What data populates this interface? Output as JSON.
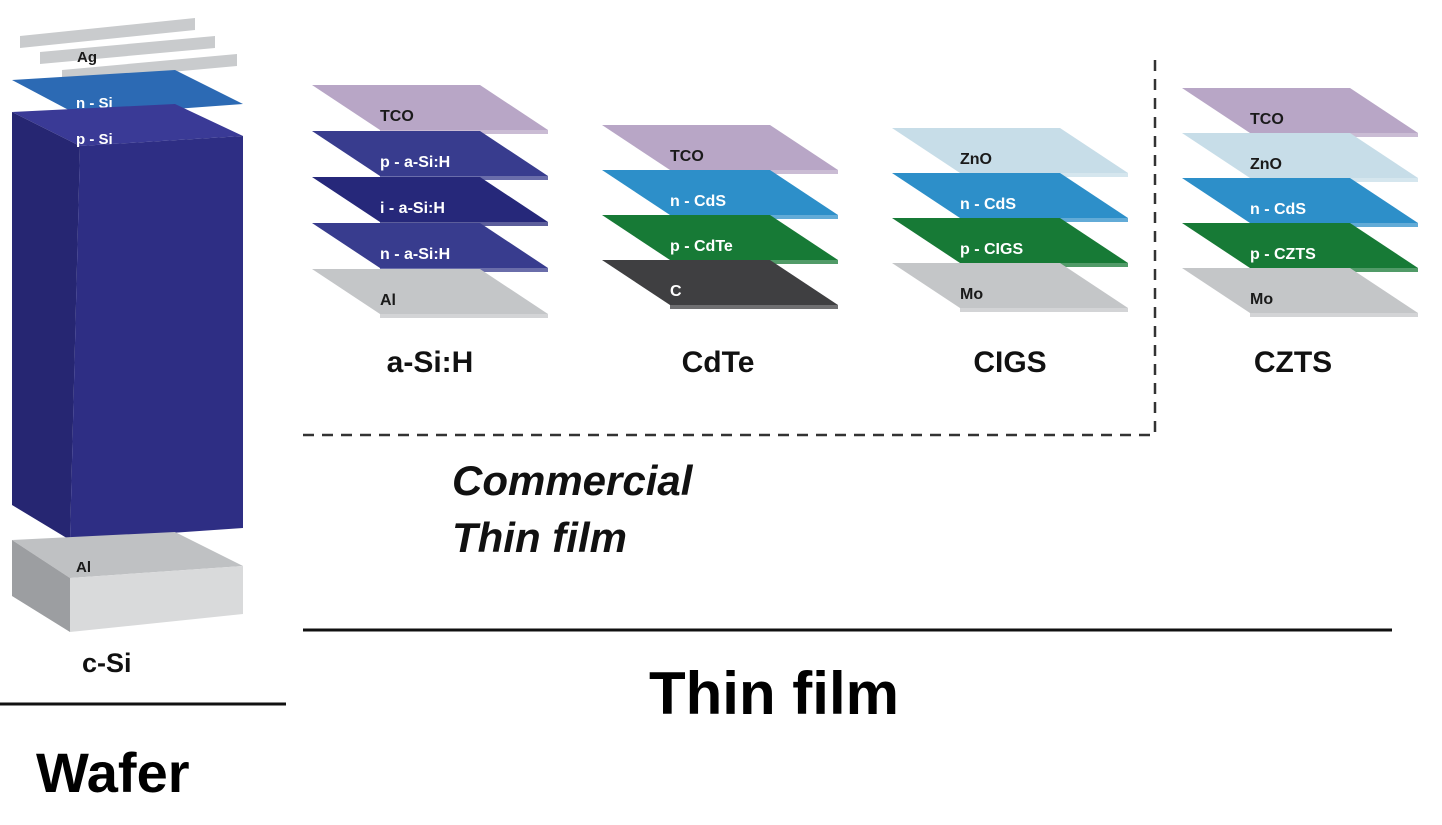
{
  "colors": {
    "tco": "#b8a6c6",
    "a_si_blue": "#383c8e",
    "a_si_blue_dark": "#26287a",
    "gray_metal": "#c4c6c8",
    "cds_blue": "#2d8fc9",
    "cdte_green": "#177a36",
    "carbon": "#3f3f41",
    "zno": "#c7dde8",
    "wafer_top": "#2c6ab4",
    "wafer_body": "#2e2e84",
    "text_light": "#ffffff",
    "text_dark": "#1a1a1a"
  },
  "wafer": {
    "layers": {
      "ag": "Ag",
      "n_si": "n - Si",
      "p_si": "p - Si",
      "al": "Al"
    },
    "label": "c-Si",
    "section_title": "Wafer"
  },
  "stacks": [
    {
      "id": "a-si",
      "name": "a-Si:H",
      "layers": [
        {
          "label": "TCO",
          "color": "#b8a6c6",
          "text": "dark"
        },
        {
          "label": "p - a-Si:H",
          "color": "#383c8e",
          "text": "light"
        },
        {
          "label": "i - a-Si:H",
          "color": "#26287a",
          "text": "light"
        },
        {
          "label": "n - a-Si:H",
          "color": "#383c8e",
          "text": "light"
        },
        {
          "label": "Al",
          "color": "#c4c6c8",
          "text": "dark"
        }
      ]
    },
    {
      "id": "cdte",
      "name": "CdTe",
      "layers": [
        {
          "label": "TCO",
          "color": "#b8a6c6",
          "text": "dark"
        },
        {
          "label": "n - CdS",
          "color": "#2d8fc9",
          "text": "light"
        },
        {
          "label": "p - CdTe",
          "color": "#177a36",
          "text": "light"
        },
        {
          "label": "C",
          "color": "#3f3f41",
          "text": "light"
        }
      ]
    },
    {
      "id": "cigs",
      "name": "CIGS",
      "layers": [
        {
          "label": "ZnO",
          "color": "#c7dde8",
          "text": "dark"
        },
        {
          "label": "n - CdS",
          "color": "#2d8fc9",
          "text": "light"
        },
        {
          "label": "p - CIGS",
          "color": "#177a36",
          "text": "light"
        },
        {
          "label": "Mo",
          "color": "#c4c6c8",
          "text": "dark"
        }
      ]
    },
    {
      "id": "czts",
      "name": "CZTS",
      "layers": [
        {
          "label": "TCO",
          "color": "#b8a6c6",
          "text": "dark"
        },
        {
          "label": "ZnO",
          "color": "#c7dde8",
          "text": "dark"
        },
        {
          "label": "n - CdS",
          "color": "#2d8fc9",
          "text": "light"
        },
        {
          "label": "p - CZTS",
          "color": "#177a36",
          "text": "light"
        },
        {
          "label": "Mo",
          "color": "#c4c6c8",
          "text": "dark"
        }
      ]
    }
  ],
  "commercial_label": {
    "line1": "Commercial",
    "line2": "Thin film"
  },
  "thin_film_title": "Thin film"
}
